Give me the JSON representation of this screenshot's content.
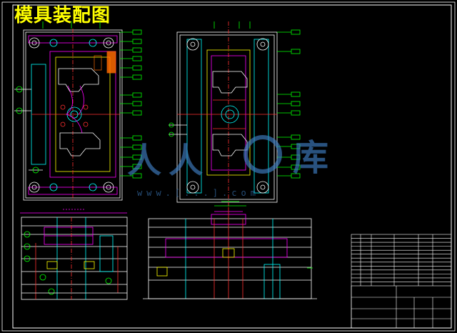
{
  "title": "模具装配图",
  "watermark": {
    "glyph_1": "人",
    "glyph_2": "人",
    "glyph_3": "库",
    "url": "www.[...].com"
  },
  "colors": {
    "background": "#000000",
    "border": "#ffffff",
    "title": "#ffff00",
    "mold": "#ffffff",
    "part": "#ff00ff",
    "section": "#00ffff",
    "screw": "#ff3030",
    "dimension": "#00ff00",
    "watermark": "#3f7fc4"
  },
  "bom_rows": 13
}
